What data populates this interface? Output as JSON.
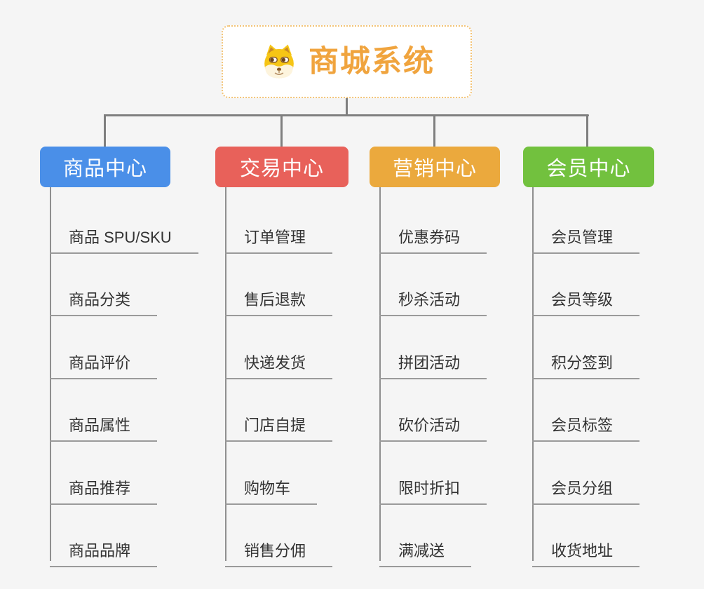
{
  "page": {
    "background_color": "#f5f5f5",
    "connector_color": "#7f7f7f",
    "sub_line_color": "#9a9a9a"
  },
  "root": {
    "title": "商城系统",
    "icon": "dog-face",
    "text_color": "#f0a43e",
    "border_color": "#f3c477"
  },
  "branches": [
    {
      "label": "商品中心",
      "color": "#4a8fe8",
      "items": [
        "商品 SPU/SKU",
        "商品分类",
        "商品评价",
        "商品属性",
        "商品推荐",
        "商品品牌"
      ]
    },
    {
      "label": "交易中心",
      "color": "#e8615a",
      "items": [
        "订单管理",
        "售后退款",
        "快递发货",
        "门店自提",
        "购物车",
        "销售分佣"
      ]
    },
    {
      "label": "营销中心",
      "color": "#eba93d",
      "items": [
        "优惠券码",
        "秒杀活动",
        "拼团活动",
        "砍价活动",
        "限时折扣",
        "满减送"
      ]
    },
    {
      "label": "会员中心",
      "color": "#72c13e",
      "items": [
        "会员管理",
        "会员等级",
        "积分签到",
        "会员标签",
        "会员分组",
        "收货地址"
      ]
    }
  ]
}
